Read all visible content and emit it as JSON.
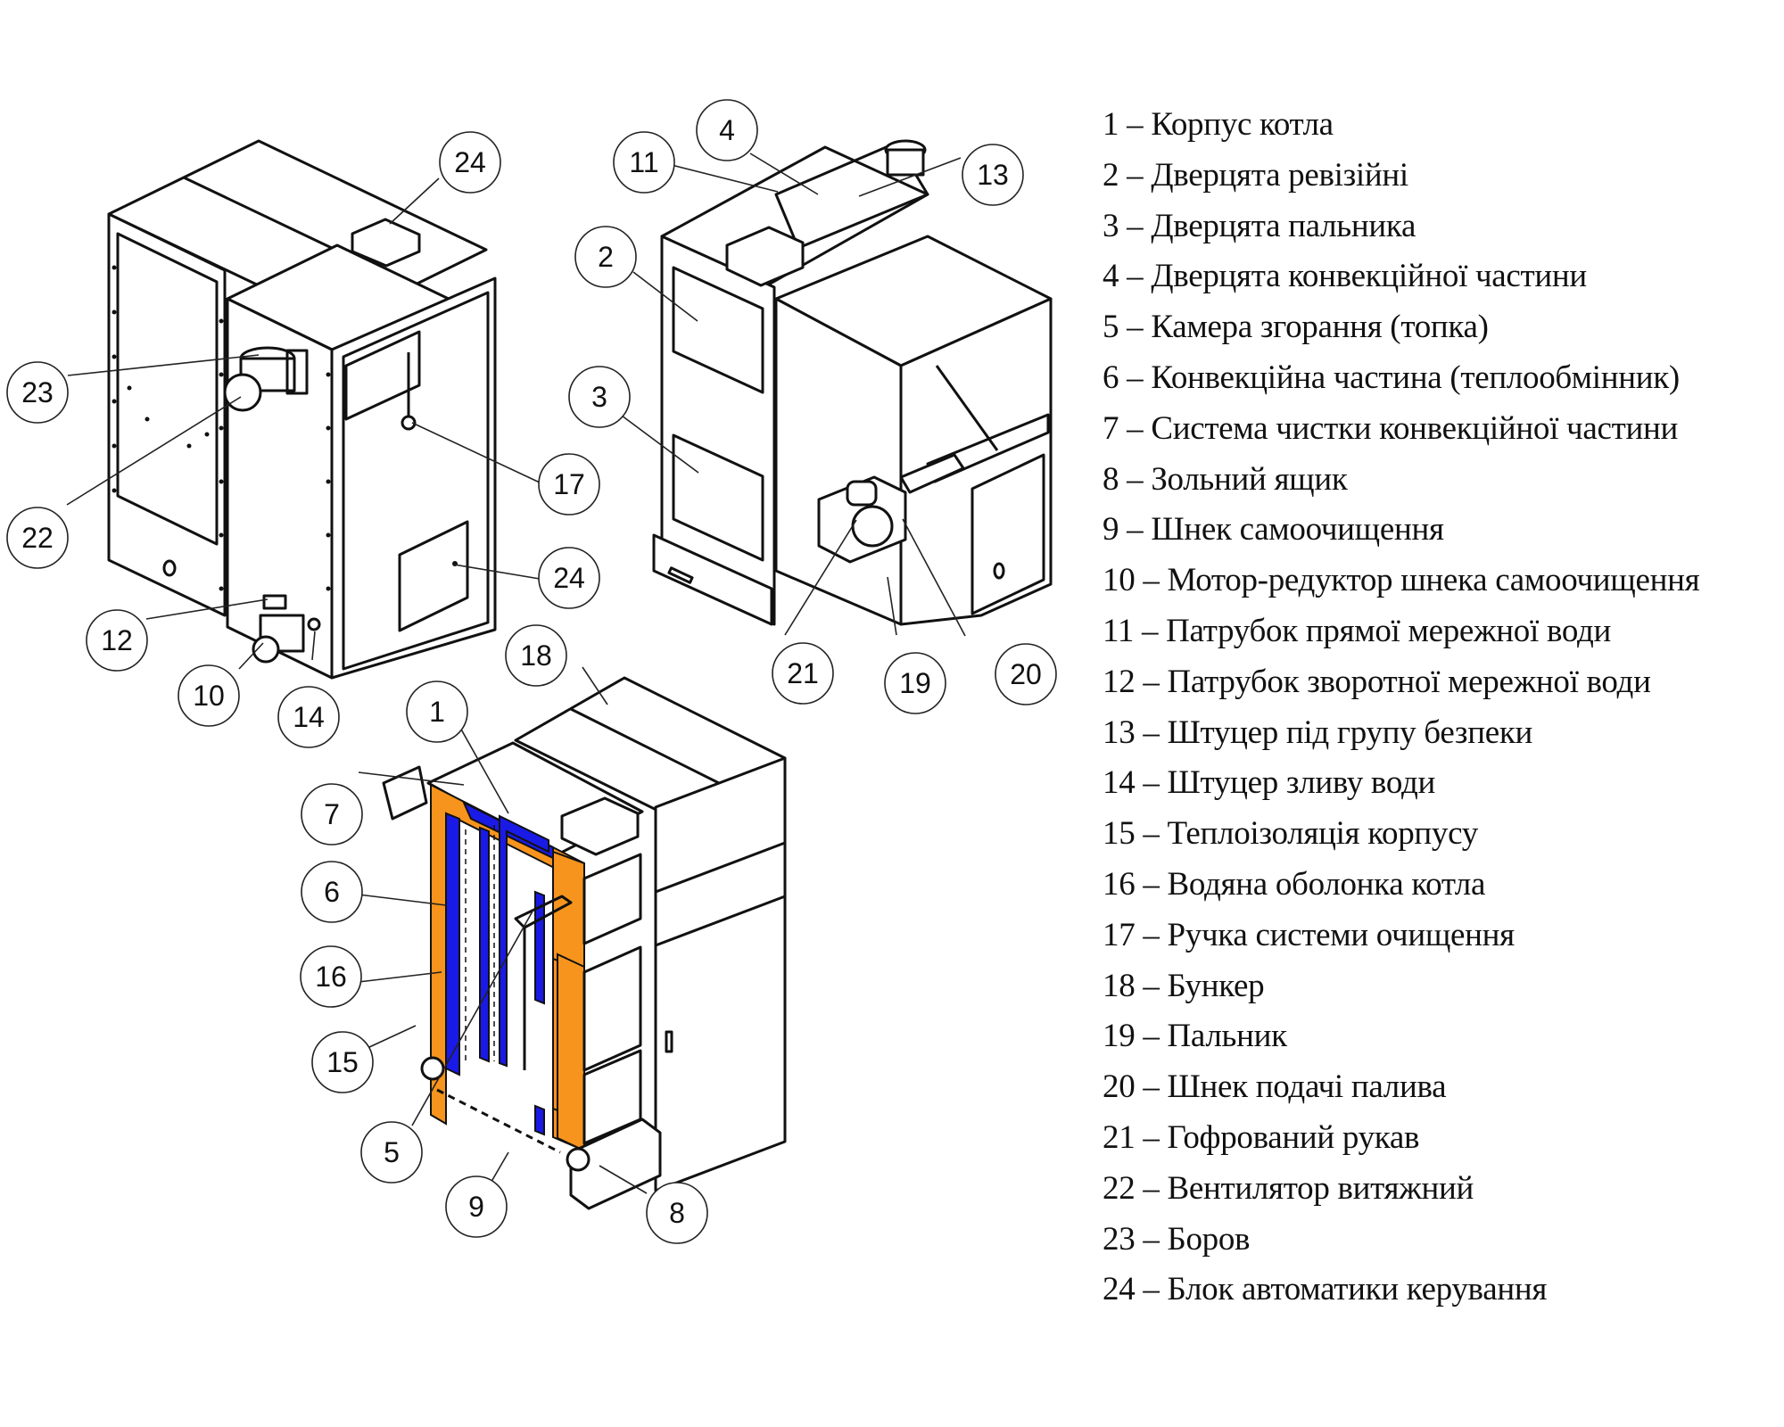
{
  "figure": {
    "subject": "Pellet boiler assembly — three isometric views with numbered callouts",
    "colors": {
      "insulation": "#F7941D",
      "water_jacket": "#1A1AE6",
      "line": "#111111",
      "background": "#FFFFFF"
    }
  },
  "views": [
    {
      "id": "rear",
      "callouts": [
        "24",
        "23",
        "22",
        "17",
        "24",
        "12",
        "10",
        "14"
      ]
    },
    {
      "id": "front-open",
      "callouts": [
        "4",
        "11",
        "13",
        "2",
        "3",
        "21",
        "19",
        "20"
      ]
    },
    {
      "id": "section",
      "callouts": [
        "18",
        "1",
        "7",
        "6",
        "16",
        "15",
        "5",
        "9",
        "8"
      ]
    }
  ],
  "callouts": {
    "c24a": "24",
    "c23": "23",
    "c22": "22",
    "c17": "17",
    "c24b": "24",
    "c12": "12",
    "c10": "10",
    "c14": "14",
    "c4": "4",
    "c11": "11",
    "c13": "13",
    "c2": "2",
    "c3": "3",
    "c21": "21",
    "c19": "19",
    "c20": "20",
    "c18": "18",
    "c1": "1",
    "c7": "7",
    "c6": "6",
    "c16": "16",
    "c15": "15",
    "c5": "5",
    "c9": "9",
    "c8": "8"
  },
  "legend": [
    {
      "num": "1",
      "label": "Корпус котла"
    },
    {
      "num": "2",
      "label": "Дверцята ревізійні"
    },
    {
      "num": "3",
      "label": "Дверцята пальника"
    },
    {
      "num": "4",
      "label": "Дверцята конвекційної частини"
    },
    {
      "num": "5",
      "label": "Камера згорання (топка)"
    },
    {
      "num": "6",
      "label": "Конвекційна частина (теплообмінник)"
    },
    {
      "num": "7",
      "label": "Система чистки конвекційної частини"
    },
    {
      "num": "8",
      "label": "Зольний ящик"
    },
    {
      "num": "9",
      "label": "Шнек самоочищення"
    },
    {
      "num": "10",
      "label": "Мотор-редуктор шнека самоочищення"
    },
    {
      "num": "11",
      "label": "Патрубок прямої мережної води"
    },
    {
      "num": "12",
      "label": "Патрубок зворотної мережної води"
    },
    {
      "num": "13",
      "label": "Штуцер під групу безпеки"
    },
    {
      "num": "14",
      "label": "Штуцер зливу води"
    },
    {
      "num": "15",
      "label": "Теплоізоляція корпусу"
    },
    {
      "num": "16",
      "label": "Водяна оболонка котла"
    },
    {
      "num": "17",
      "label": "Ручка системи очищення"
    },
    {
      "num": "18",
      "label": "Бункер"
    },
    {
      "num": "19",
      "label": "Пальник"
    },
    {
      "num": "20",
      "label": "Шнек подачі палива"
    },
    {
      "num": "21",
      "label": "Гофрований рукав"
    },
    {
      "num": "22",
      "label": "Вентилятор витяжний"
    },
    {
      "num": "23",
      "label": "Боров"
    },
    {
      "num": "24",
      "label": "Блок автоматики керування"
    }
  ],
  "legend_separator": " – "
}
